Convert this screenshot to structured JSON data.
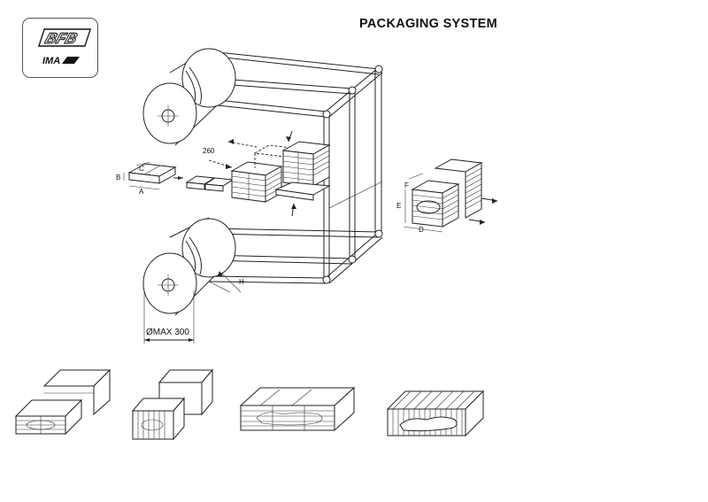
{
  "title": "PACKAGING SYSTEM",
  "logo": {
    "brand_top": "BFB",
    "brand_bottom": "IMA"
  },
  "dimensions": {
    "a": "A",
    "b": "B",
    "c": "C",
    "d": "D",
    "e": "E",
    "f": "F",
    "h": "H",
    "infeed_length": "260",
    "reel_diameter": "ØMAX 300"
  }
}
